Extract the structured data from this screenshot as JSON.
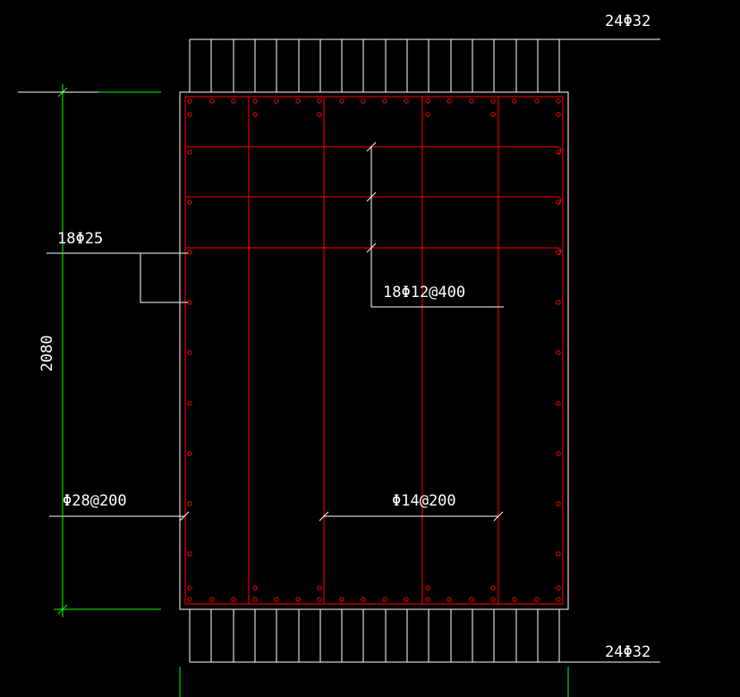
{
  "labels": {
    "top_rebar": "24Φ32",
    "bottom_rebar": "24Φ32",
    "side_bars": "18Φ25",
    "ties": "18Φ12@400",
    "main_stirrup": "Φ28@200",
    "inner_stirrup": "Φ14@200",
    "height_dim": "2080"
  },
  "colors": {
    "background": "#000000",
    "outline": "#ffffff",
    "rebar": "#ff0000",
    "dimension": "#00ff00",
    "text": "#ffffff"
  }
}
